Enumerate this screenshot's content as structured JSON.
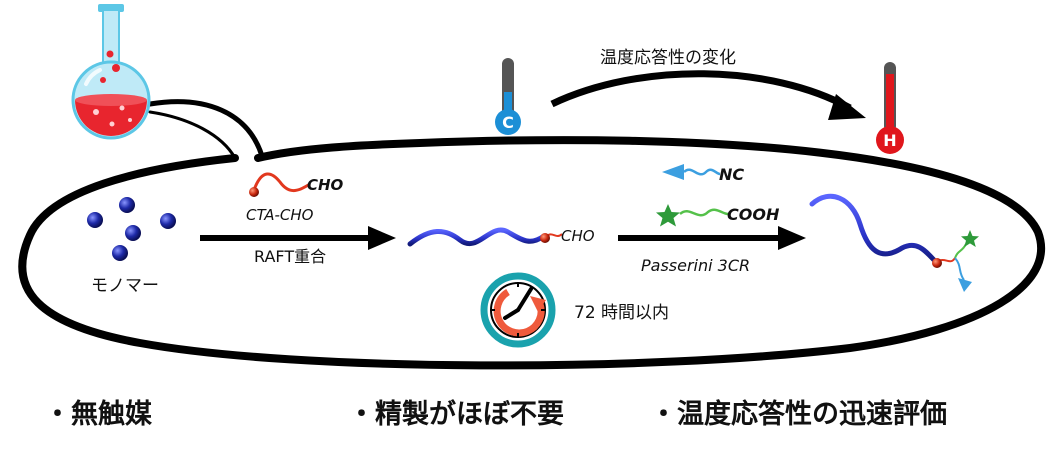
{
  "labels": {
    "temp_change": "温度応答性の変化",
    "cold_badge": "C",
    "hot_badge": "H",
    "monomer": "モノマー",
    "cta": "CTA-CHO",
    "cta_end": "CHO",
    "raft": "RAFT重合",
    "polymer_end": "CHO",
    "nc": "NC",
    "cooh": "COOH",
    "passerini": "Passerini 3CR",
    "time": "72 時間以内"
  },
  "bullets": [
    "・無触媒",
    "・精製がほぼ不要",
    "・温度応答性の迅速評価"
  ],
  "colors": {
    "flask_liquid": "#e8252e",
    "flask_glass": "#7fd7ef",
    "polymer_blue": "#2b34c9",
    "cold_blue": "#1c8fd6",
    "hot_red": "#e0161c",
    "clock_ring": "#1aa2ad",
    "clock_arrow": "#ef5a3c",
    "green_star": "#2e9a3a",
    "cyan_cone": "#3c9fe0"
  }
}
